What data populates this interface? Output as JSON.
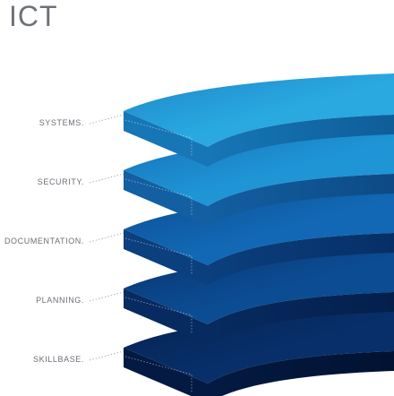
{
  "title": "ICT",
  "layers": [
    {
      "label": "SYSTEMS.",
      "top": "#29a9e0",
      "topDark": "#1e86c9",
      "side": "#1776b6",
      "sideDark": "#0f5d99"
    },
    {
      "label": "SECURITY.",
      "top": "#1f95d6",
      "topDark": "#1670b7",
      "side": "#135fa1",
      "sideDark": "#0d4a86"
    },
    {
      "label": "DOCUMENTATION.",
      "top": "#1268b4",
      "topDark": "#0d4e95",
      "side": "#0b3f7e",
      "sideDark": "#072f66"
    },
    {
      "label": "PLANNING.",
      "top": "#0c4c92",
      "topDark": "#083674",
      "side": "#072b60",
      "sideDark": "#041f4c"
    },
    {
      "label": "SKILLBASE.",
      "top": "#082f6a",
      "topDark": "#05224f",
      "side": "#041a42",
      "sideDark": "#021232"
    }
  ]
}
